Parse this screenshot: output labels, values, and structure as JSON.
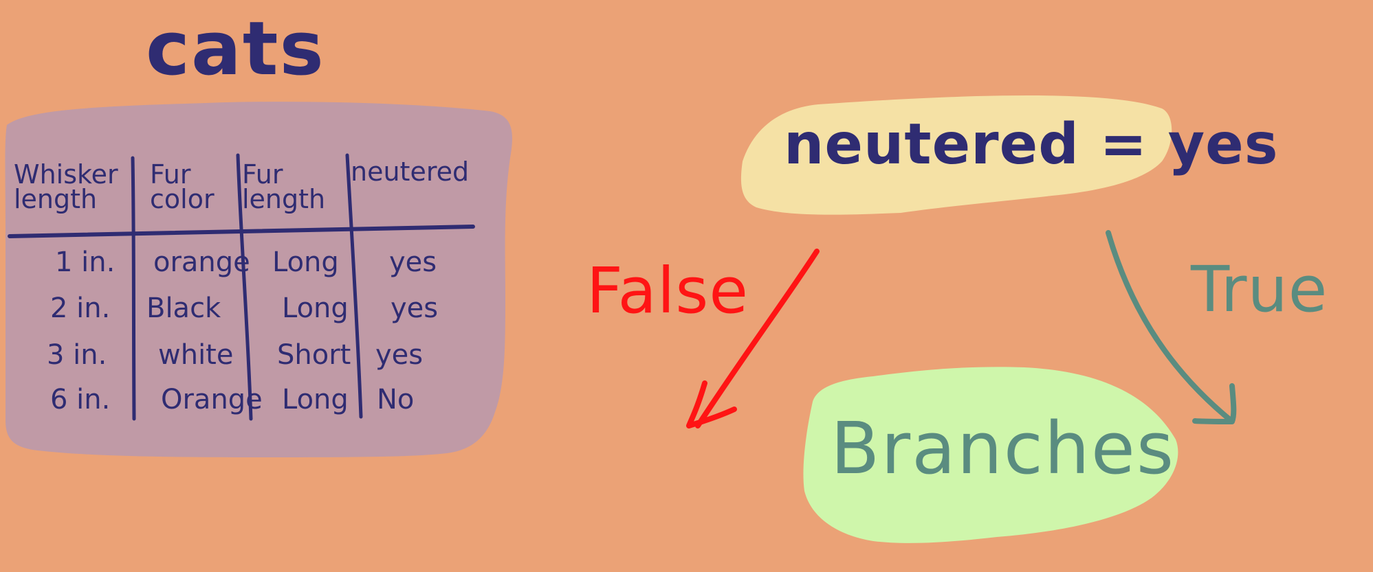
{
  "title": "cats",
  "table": {
    "headers": [
      "Whisker length",
      "Fur color",
      "Fur length",
      "neutered"
    ],
    "rows": [
      [
        "1 in.",
        "orange",
        "Long",
        "yes"
      ],
      [
        "2 in.",
        "Black",
        "Long",
        "yes"
      ],
      [
        "3 in.",
        "white",
        "Short",
        "yes"
      ],
      [
        "6 in.",
        "Orange",
        "Long",
        "No"
      ]
    ]
  },
  "diagram": {
    "root_condition": "neutered = yes",
    "child_label": "Branches",
    "false_label": "False",
    "true_label": "True"
  },
  "colors": {
    "background": "#eba276",
    "table_fill": "#c09aa6",
    "ink": "#2f2c72",
    "root_fill": "#f5e1a5",
    "child_fill": "#cff6ab",
    "false_color": "#ff1414",
    "true_color": "#5a8c80"
  }
}
